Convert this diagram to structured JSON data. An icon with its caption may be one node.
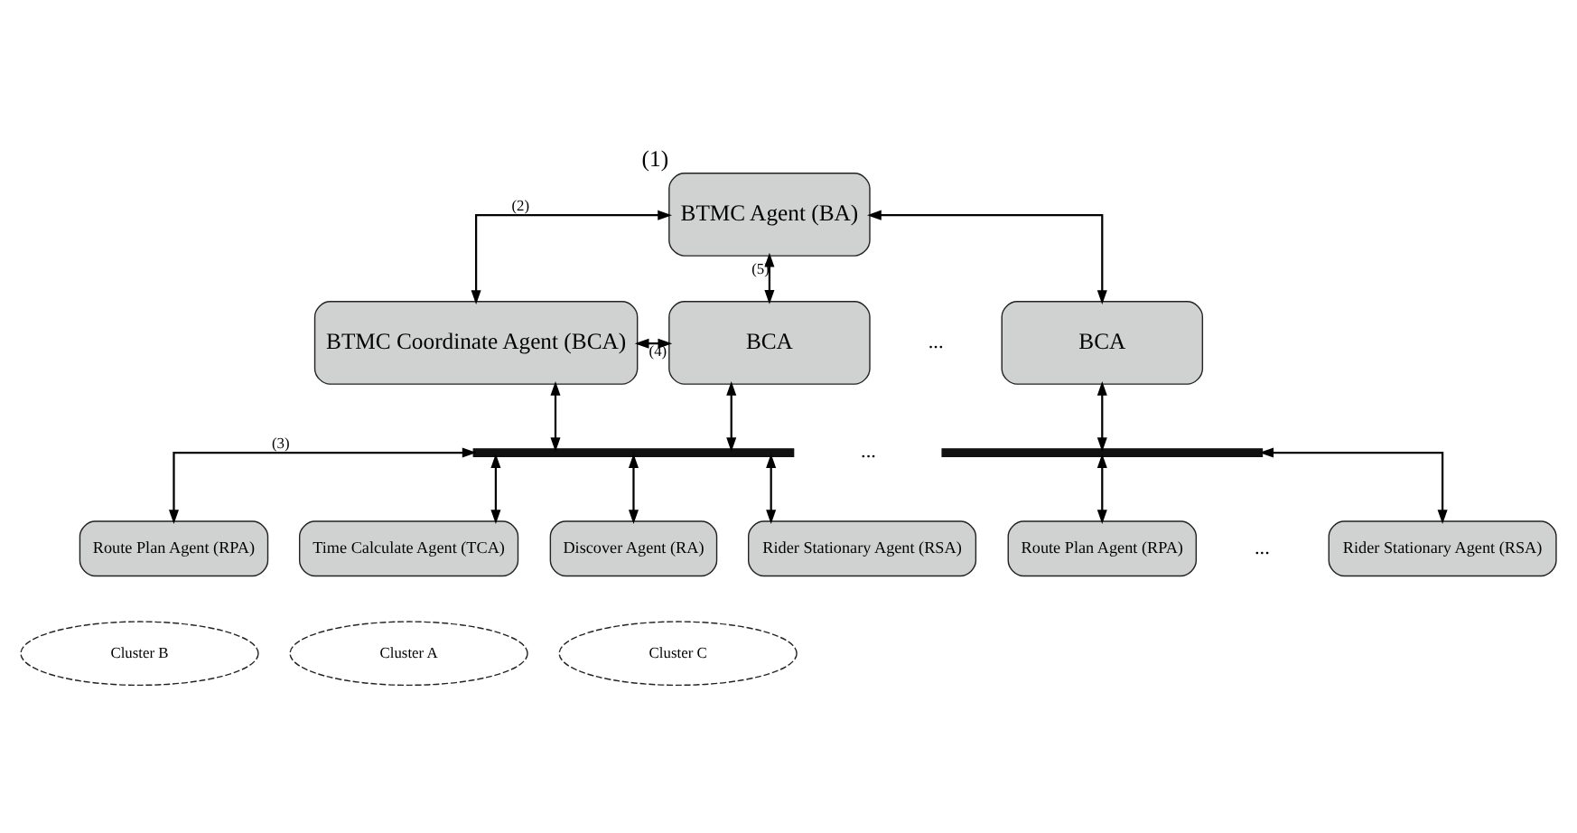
{
  "diagram": {
    "nodes": [
      {
        "text": [
          "BTMC Agent (BA)"
        ],
        "beside": [
          "(1)"
        ]
      },
      {
        "text": [
          "BTMC Coordinate Agent (BCA)"
        ]
      },
      {
        "text": [
          "BCA"
        ]
      },
      {
        "text": [
          "BCA"
        ]
      },
      {
        "text": [],
        "shape": "bar"
      },
      {
        "text": [],
        "shape": "bar"
      },
      {
        "text": [
          "Route Plan Agent (RPA)"
        ]
      },
      {
        "text": [
          "Time Calculate Agent (TCA)"
        ]
      },
      {
        "text": [
          "Discover Agent (RA)"
        ]
      },
      {
        "text": [
          "Rider Stationary Agent (RSA)"
        ]
      },
      {
        "text": [
          "Route Plan Agent (RPA)"
        ]
      },
      {
        "text": [
          "Rider Stationary Agent (RSA)"
        ]
      },
      {
        "text": [
          "Cluster B"
        ]
      },
      {
        "text": [
          "Cluster A"
        ]
      },
      {
        "text": [
          "Cluster C"
        ]
      }
    ],
    "edges": [
      {
        "from": 0,
        "to": 1,
        "arrow": "both",
        "label": "(2)"
      },
      {
        "from": 0,
        "to": 2,
        "arrow": "both",
        "label": "(5)"
      },
      {
        "from": 0,
        "to": 3,
        "arrow": "both"
      },
      {
        "from": 1,
        "to": 2,
        "arrow": "both",
        "label": "(4)"
      },
      {
        "from": 1,
        "to": 4,
        "arrow": "both"
      },
      {
        "from": 2,
        "to": 4,
        "arrow": "both"
      },
      {
        "from": 4,
        "to": 6,
        "arrow": "both",
        "label": "(3)"
      },
      {
        "from": 4,
        "to": 7,
        "arrow": "both"
      },
      {
        "from": 4,
        "to": 8,
        "arrow": "both"
      },
      {
        "from": 4,
        "to": 9,
        "arrow": "both"
      },
      {
        "from": 3,
        "to": 5,
        "arrow": "both"
      },
      {
        "from": 5,
        "to": 10,
        "arrow": "both"
      },
      {
        "from": 5,
        "to": 11,
        "arrow": "both"
      }
    ],
    "labels": [
      "...",
      "...",
      "..."
    ]
  }
}
